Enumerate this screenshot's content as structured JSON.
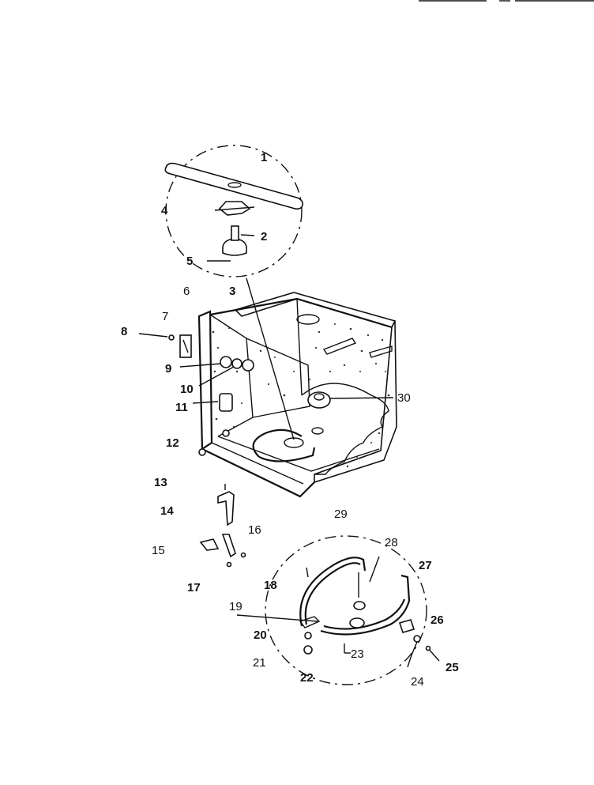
{
  "diagram": {
    "callouts": [
      {
        "id": "1",
        "text": "1",
        "bold": true
      },
      {
        "id": "2",
        "text": "2",
        "bold": true
      },
      {
        "id": "3",
        "text": "3",
        "bold": true
      },
      {
        "id": "4",
        "text": "4",
        "bold": true
      },
      {
        "id": "5",
        "text": "5",
        "bold": true
      },
      {
        "id": "6",
        "text": "6",
        "bold": false
      },
      {
        "id": "7",
        "text": "7",
        "bold": false
      },
      {
        "id": "8",
        "text": "8",
        "bold": true
      },
      {
        "id": "9",
        "text": "9",
        "bold": true
      },
      {
        "id": "10",
        "text": "10",
        "bold": true
      },
      {
        "id": "11",
        "text": "11",
        "bold": true
      },
      {
        "id": "12",
        "text": "12",
        "bold": true
      },
      {
        "id": "13",
        "text": "13",
        "bold": true
      },
      {
        "id": "14",
        "text": "14",
        "bold": true
      },
      {
        "id": "15",
        "text": "15",
        "bold": false
      },
      {
        "id": "16",
        "text": "16",
        "bold": false
      },
      {
        "id": "17",
        "text": "17",
        "bold": true
      },
      {
        "id": "18",
        "text": "18",
        "bold": true
      },
      {
        "id": "19",
        "text": "19",
        "bold": false
      },
      {
        "id": "20",
        "text": "20",
        "bold": true
      },
      {
        "id": "21",
        "text": "21",
        "bold": false
      },
      {
        "id": "22",
        "text": "22",
        "bold": true
      },
      {
        "id": "23",
        "text": "23",
        "bold": false
      },
      {
        "id": "24",
        "text": "24",
        "bold": false
      },
      {
        "id": "25",
        "text": "25",
        "bold": true
      },
      {
        "id": "26",
        "text": "26",
        "bold": true
      },
      {
        "id": "27",
        "text": "27",
        "bold": true
      },
      {
        "id": "28",
        "text": "28",
        "bold": false
      },
      {
        "id": "29",
        "text": "29",
        "bold": false
      },
      {
        "id": "30",
        "text": "30",
        "bold": false
      }
    ]
  }
}
